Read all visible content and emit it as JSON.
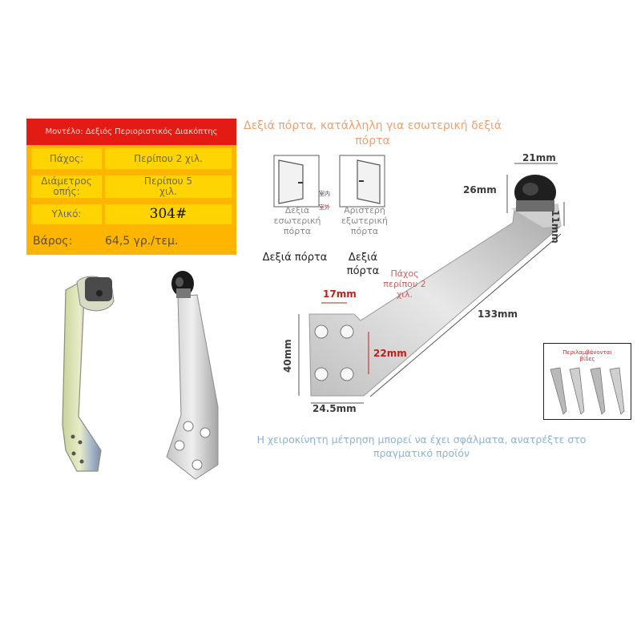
{
  "spec_table": {
    "title": "Μοντέλο: Δεξιός Περιοριστικός Διακόπτης",
    "rows": [
      {
        "label": "Πάχος:",
        "value": "Περίπου 2 χιλ."
      },
      {
        "label": "Διάμετρος οπής:",
        "value": "Περίπου 5 χιλ."
      },
      {
        "label": "Υλικό:",
        "value": "304#"
      },
      {
        "label": "Βάρος:",
        "value": "64,5 γρ./τεμ."
      }
    ]
  },
  "door_diagram": {
    "heading": "Δεξιά πόρτα, κατάλληλη για εσωτερική δεξιά πόρτα",
    "left_door_label": "Δεξιά εσωτερική πόρτα",
    "right_door_label": "Αριστερή εξωτερική πόρτα",
    "indoor_mark": "室内",
    "outdoor_mark": "室外",
    "left_caption": "Δεξιά πόρτα",
    "right_caption": "Δεξιά πόρτα"
  },
  "dimensions": {
    "width_top": "21mm",
    "height_tip": "26mm",
    "offset": "11mm",
    "length": "133mm",
    "hole_spacing_x": "17mm",
    "hole_spacing_y": "22mm",
    "plate_height": "40mm",
    "plate_width": "24.5mm",
    "thickness_note": "Πάχος περίπου 2 χιλ."
  },
  "screws_label": "Περιλαμβάνονται βίδες",
  "disclaimer": "Η χειροκίνητη μέτρηση μπορεί να έχει σφάλματα, ανατρέξτε στο πραγματικό προϊόν",
  "colors": {
    "table_title_bg": "#e31b14",
    "table_row_bg": "#fdb500",
    "table_cell_bg": "#ffd400",
    "dim_red": "#c0201a",
    "disclaimer": "#8eb2d3"
  }
}
